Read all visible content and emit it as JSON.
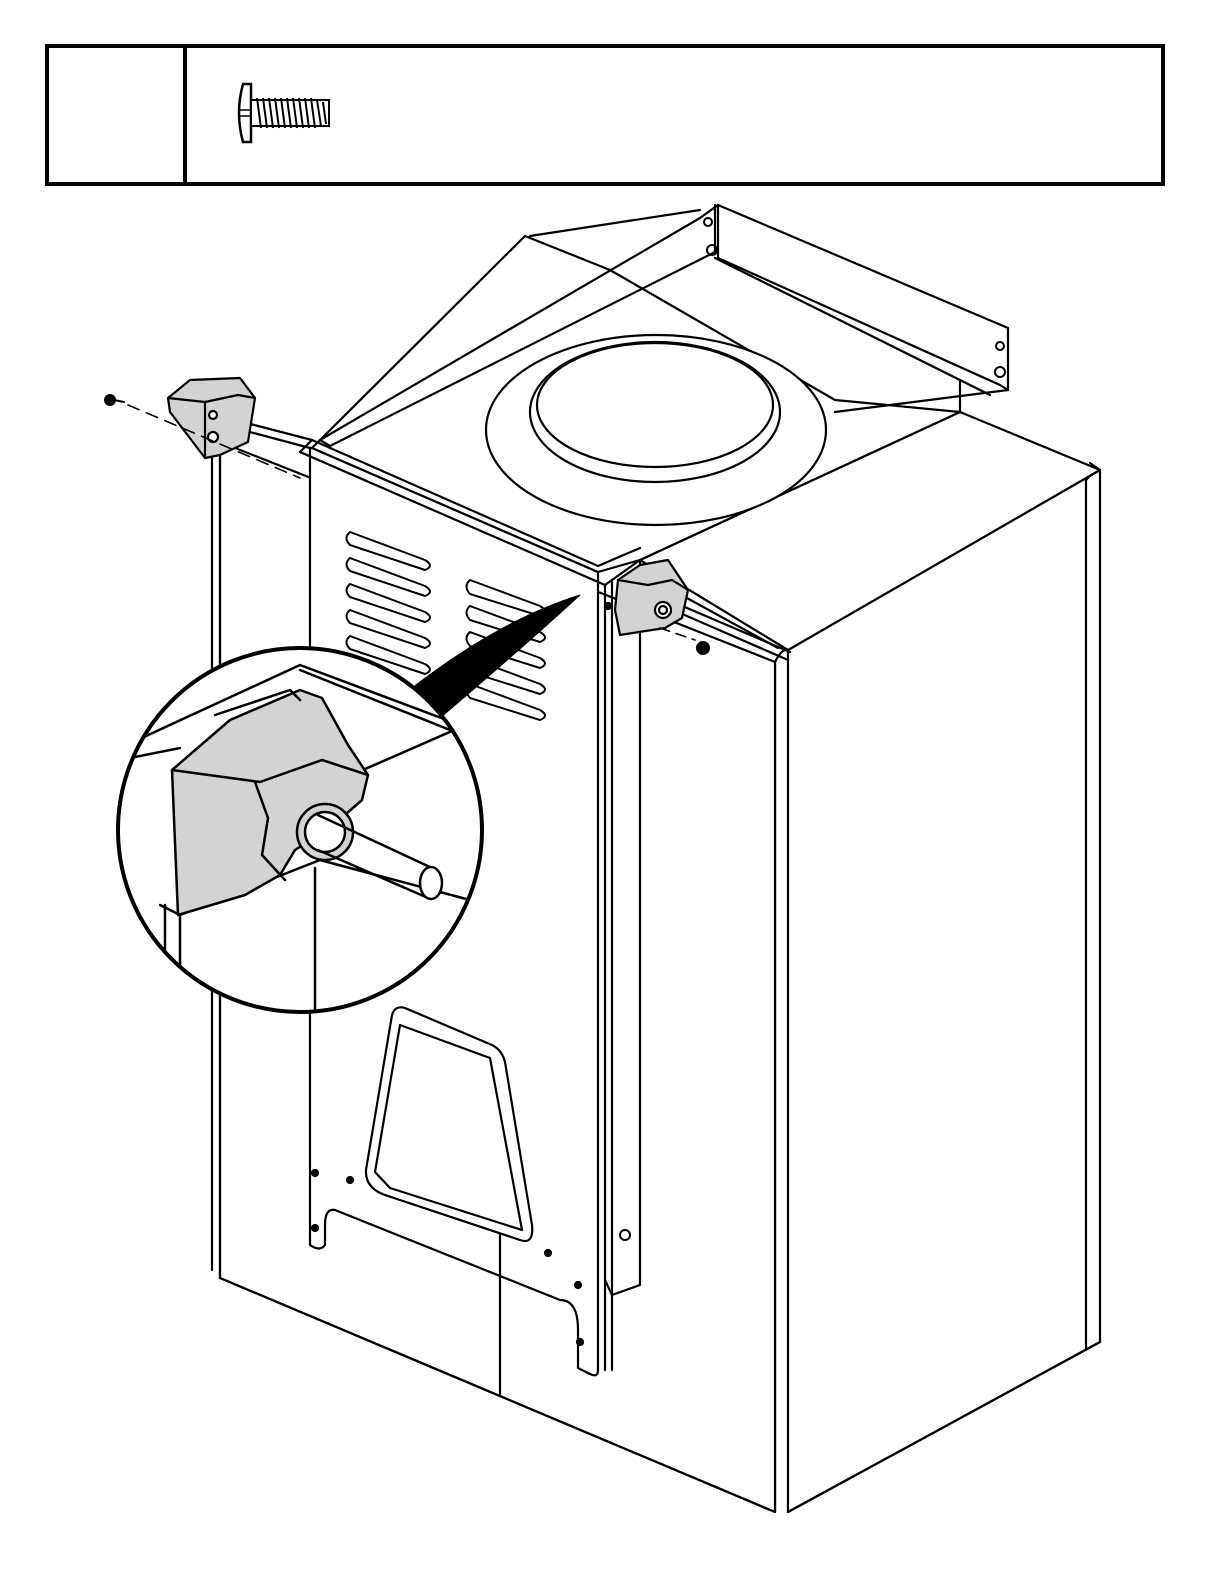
{
  "page": {
    "domain": "assembly-instructions"
  },
  "parts_box": {
    "step_number": "",
    "hardware": [
      {
        "icon": "screw-icon",
        "label": ""
      }
    ]
  },
  "illustration": {
    "icons": [
      "heater-cabinet-drawing",
      "bracket-icon",
      "screw-icon",
      "detail-magnifier"
    ],
    "colors": {
      "line": "#000000",
      "bracket_fill": "#d3d3d3",
      "background": "#ffffff"
    }
  }
}
